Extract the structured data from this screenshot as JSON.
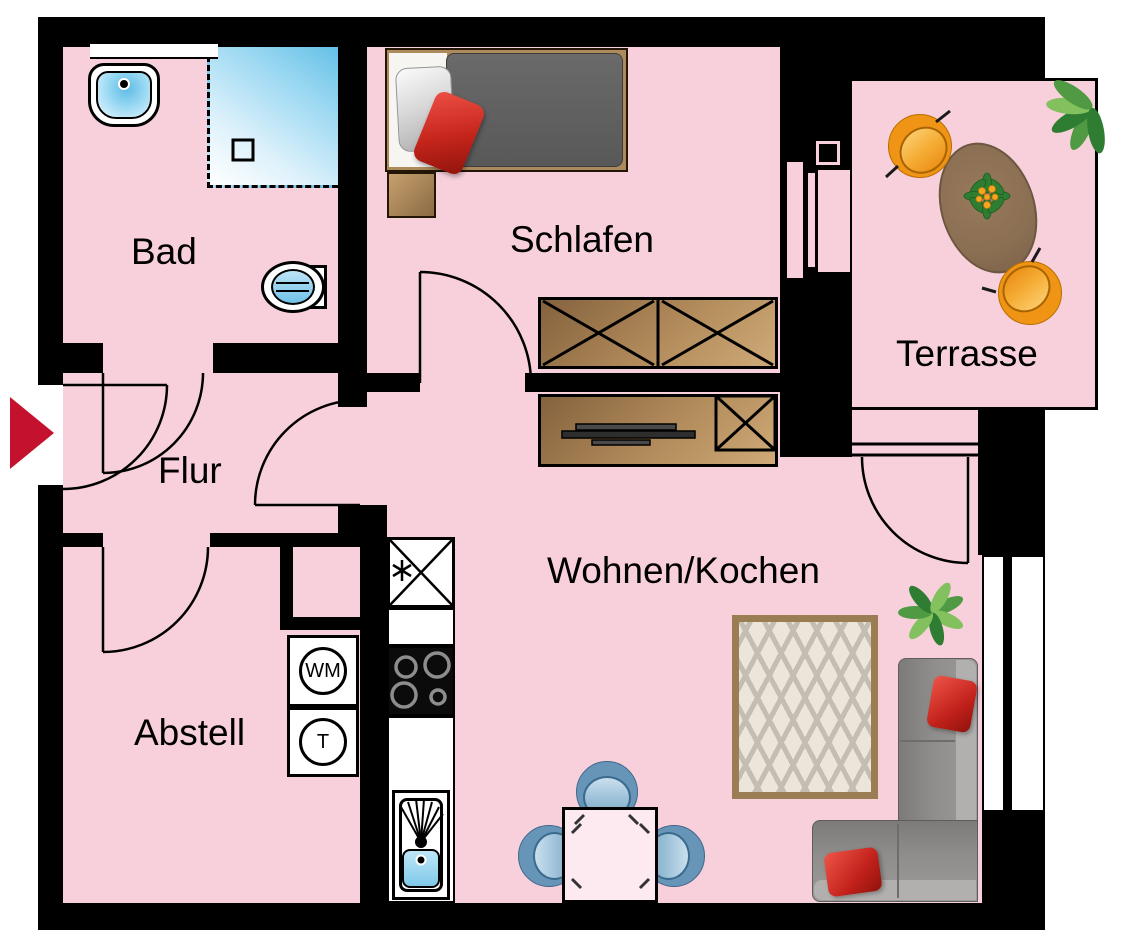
{
  "floorplan": {
    "rooms": [
      {
        "id": "bad",
        "label": "Bad"
      },
      {
        "id": "schlafen",
        "label": "Schlafen"
      },
      {
        "id": "terrasse",
        "label": "Terrasse"
      },
      {
        "id": "flur",
        "label": "Flur"
      },
      {
        "id": "abstell",
        "label": "Abstell"
      },
      {
        "id": "wohnen_kochen",
        "label": "Wohnen/Kochen"
      }
    ],
    "appliances": {
      "washing_machine": "WM",
      "dryer": "T"
    },
    "furniture": [
      "bed",
      "nightstand",
      "wardrobe",
      "sideboard-with-tv",
      "fridge",
      "cooktop",
      "kitchen-sink",
      "bathroom-sink",
      "shower",
      "toilet",
      "washing-machine",
      "dryer",
      "dining-table",
      "dining-chairs",
      "rug",
      "corner-sofa",
      "terrace-table",
      "terrace-chairs",
      "plants"
    ],
    "colors": {
      "floor_pink": "#f8d0dc",
      "wall_black": "#000000",
      "entry_arrow_red": "#c4122e",
      "water_blue": "#7fcbe9",
      "wood_brown": "#b08d5f",
      "sofa_gray": "#908e8c",
      "chair_blue": "#7aa7c7",
      "chair_orange": "#f0a030",
      "plant_green": "#58a14b",
      "rug_beige": "#ebe6d9"
    }
  }
}
